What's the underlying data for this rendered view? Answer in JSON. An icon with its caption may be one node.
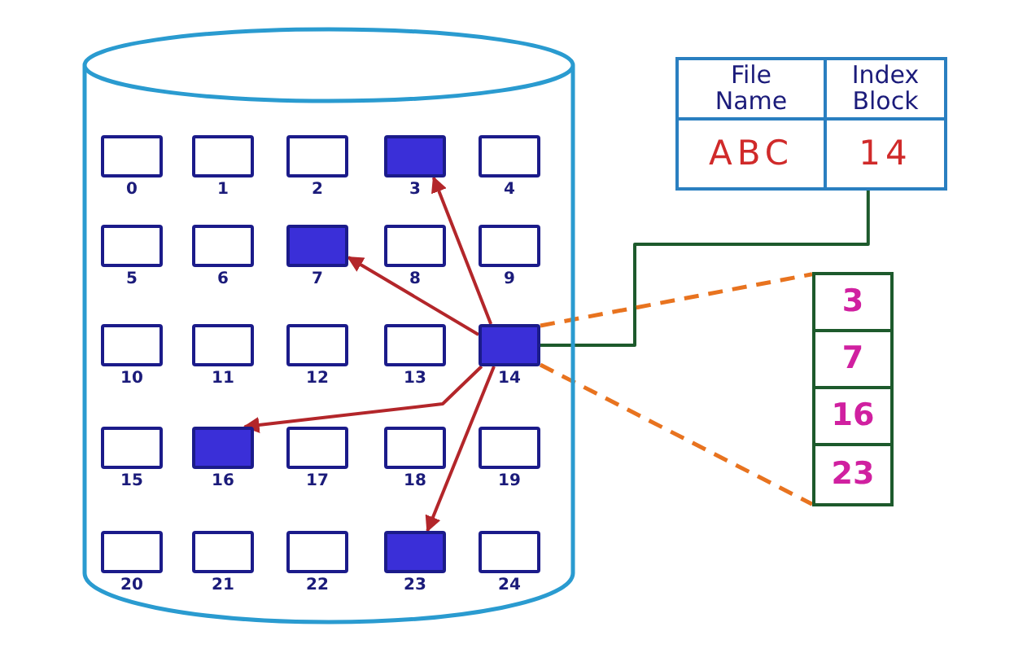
{
  "diagram": {
    "nodes": [
      {
        "text": [],
        "shape": "cylinder"
      },
      {
        "text": [],
        "shape": "box",
        "beside": [
          "0"
        ],
        "in": 0
      },
      {
        "text": [],
        "shape": "box",
        "beside": [
          "1"
        ],
        "in": 0
      },
      {
        "text": [],
        "shape": "box",
        "beside": [
          "2"
        ],
        "in": 0
      },
      {
        "text": [],
        "shape": "box",
        "beside": [
          "3"
        ],
        "in": 0
      },
      {
        "text": [],
        "shape": "box",
        "beside": [
          "4"
        ],
        "in": 0
      },
      {
        "text": [],
        "shape": "box",
        "beside": [
          "5"
        ],
        "in": 0
      },
      {
        "text": [],
        "shape": "box",
        "beside": [
          "6"
        ],
        "in": 0
      },
      {
        "text": [],
        "shape": "box",
        "beside": [
          "7"
        ],
        "in": 0
      },
      {
        "text": [],
        "shape": "box",
        "beside": [
          "8"
        ],
        "in": 0
      },
      {
        "text": [],
        "shape": "box",
        "beside": [
          "9"
        ],
        "in": 0
      },
      {
        "text": [],
        "shape": "box",
        "beside": [
          "10"
        ],
        "in": 0
      },
      {
        "text": [],
        "shape": "box",
        "beside": [
          "11"
        ],
        "in": 0
      },
      {
        "text": [],
        "shape": "box",
        "beside": [
          "12"
        ],
        "in": 0
      },
      {
        "text": [],
        "shape": "box",
        "beside": [
          "13"
        ],
        "in": 0
      },
      {
        "text": [],
        "shape": "box",
        "beside": [
          "14"
        ],
        "in": 0
      },
      {
        "text": [],
        "shape": "box",
        "beside": [
          "15"
        ],
        "in": 0
      },
      {
        "text": [],
        "shape": "box",
        "beside": [
          "16"
        ],
        "in": 0
      },
      {
        "text": [],
        "shape": "box",
        "beside": [
          "17"
        ],
        "in": 0
      },
      {
        "text": [],
        "shape": "box",
        "beside": [
          "18"
        ],
        "in": 0
      },
      {
        "text": [],
        "shape": "box",
        "beside": [
          "19"
        ],
        "in": 0
      },
      {
        "text": [],
        "shape": "box",
        "beside": [
          "20"
        ],
        "in": 0
      },
      {
        "text": [],
        "shape": "box",
        "beside": [
          "21"
        ],
        "in": 0
      },
      {
        "text": [],
        "shape": "box",
        "beside": [
          "22"
        ],
        "in": 0
      },
      {
        "text": [],
        "shape": "box",
        "beside": [
          "23"
        ],
        "in": 0
      },
      {
        "text": [],
        "shape": "box",
        "beside": [
          "24"
        ],
        "in": 0
      },
      {
        "text": [
          "File Name"
        ]
      },
      {
        "text": [
          "Index Block"
        ]
      },
      {
        "text": [
          "ABC"
        ]
      },
      {
        "text": [
          "14"
        ]
      },
      {
        "text": [],
        "shape": "box"
      },
      {
        "text": [
          "3"
        ],
        "in": 30
      },
      {
        "text": [
          "7"
        ],
        "in": 30
      },
      {
        "text": [
          "16"
        ],
        "in": 30
      },
      {
        "text": [
          "23"
        ],
        "in": 30
      }
    ],
    "edges": [
      {
        "from": 15,
        "to": 4,
        "arrow": "to"
      },
      {
        "from": 15,
        "to": 8,
        "arrow": "to"
      },
      {
        "from": 15,
        "to": 17,
        "arrow": "to"
      },
      {
        "from": 15,
        "to": 24,
        "arrow": "to"
      },
      {
        "from": 29,
        "to": 15,
        "arrow": "none",
        "color": "#1d5a2c"
      },
      {
        "from": 15,
        "to": 30,
        "arrow": "none",
        "style": "dashed",
        "color": "#e8731f"
      },
      {
        "from": 15,
        "to": 30,
        "arrow": "none",
        "style": "dashed",
        "color": "#e8731f"
      }
    ]
  }
}
